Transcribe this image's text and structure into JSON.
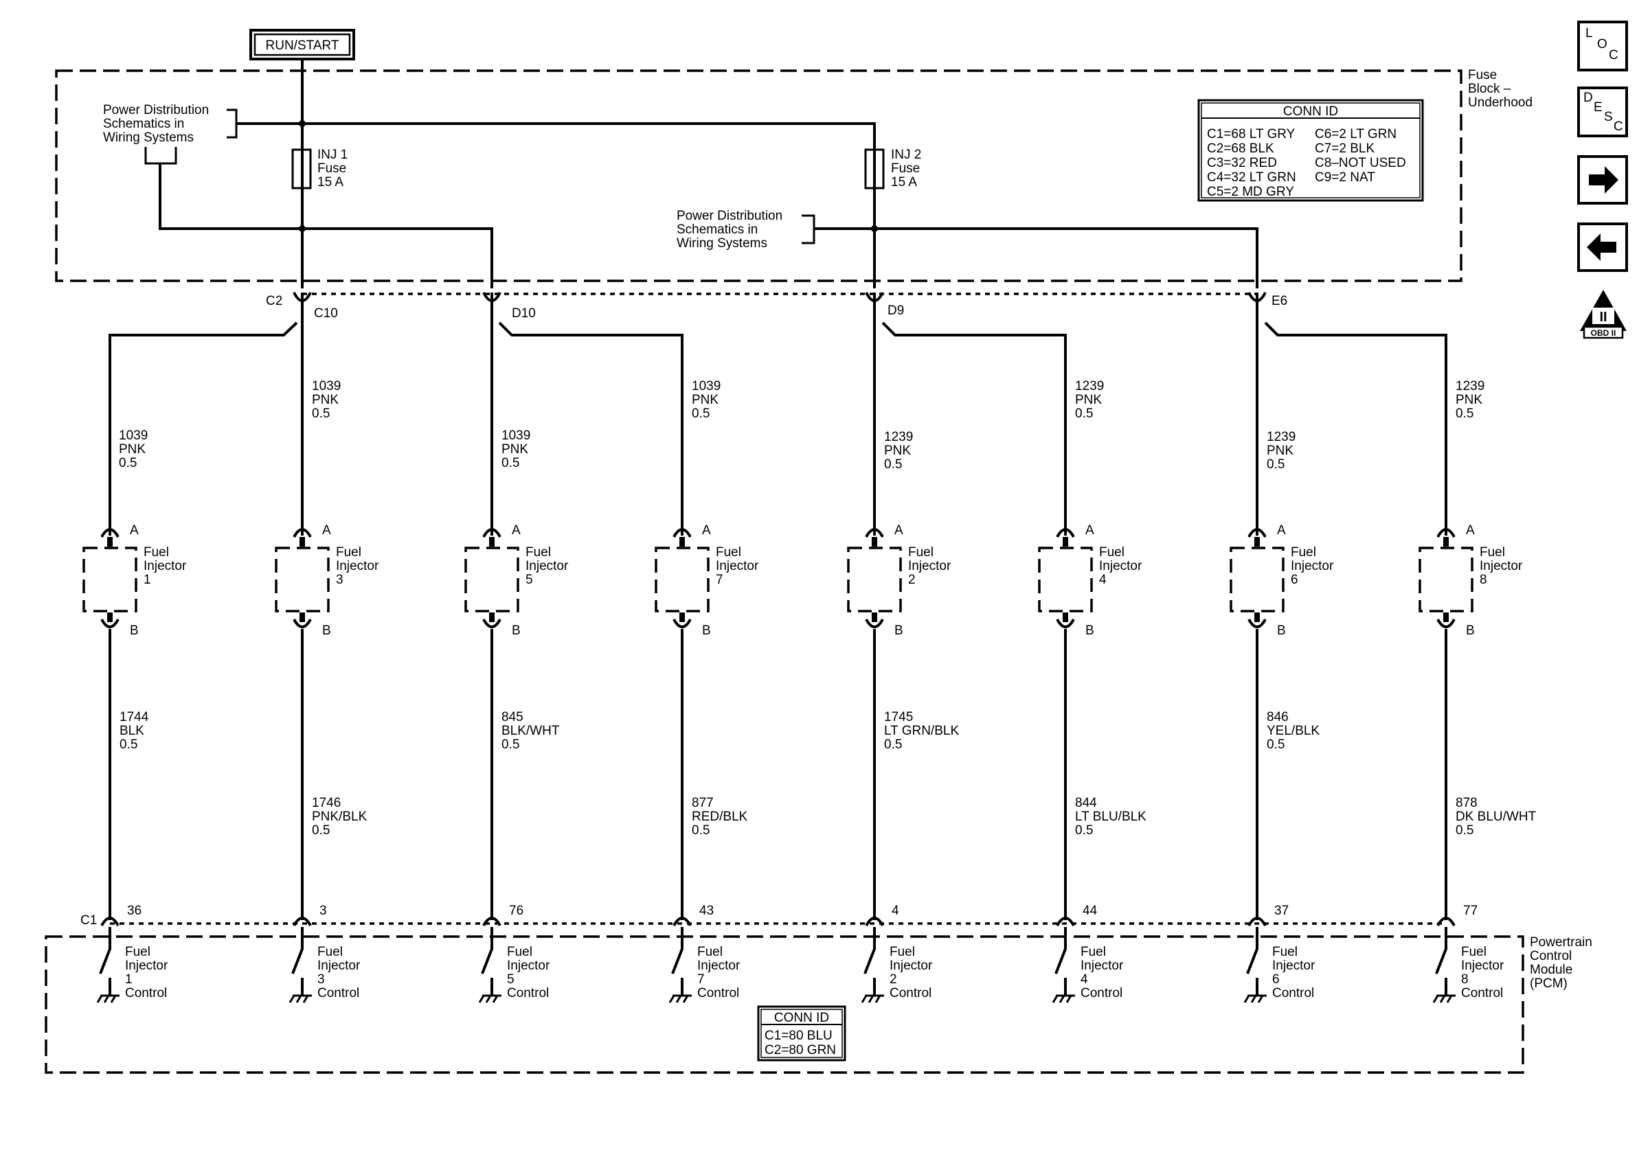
{
  "power_source": "RUN/START",
  "fuse_block": {
    "label": [
      "Fuse",
      "Block –",
      "Underhood"
    ],
    "pd_ref_left": [
      "Power Distribution",
      "Schematics in",
      "Wiring  Systems"
    ],
    "pd_ref_right": [
      "Power Distribution",
      "Schematics in",
      "Wiring  Systems"
    ],
    "fuses": [
      {
        "lines": [
          "INJ 1",
          "Fuse",
          "15 A"
        ]
      },
      {
        "lines": [
          "INJ 2",
          "Fuse",
          "15 A"
        ]
      }
    ],
    "conn_id": {
      "title": "CONN ID",
      "left": [
        "C1=68 LT GRY",
        "C2=68 BLK",
        "C3=32 RED",
        "C4=32 LT GRN",
        "C5=2 MD GRY"
      ],
      "right": [
        "C6=2 LT GRN",
        "C7=2 BLK",
        "C8–NOT USED",
        "C9=2 NAT"
      ]
    },
    "connector_labels": [
      "C2",
      "C10",
      "D10",
      "D9",
      "E6"
    ]
  },
  "nav": {
    "loc": [
      "L",
      "O",
      "C"
    ],
    "desc": [
      "D",
      "E",
      "S",
      "C"
    ],
    "forward_icon": "arrow-right-icon",
    "back_icon": "arrow-left-icon",
    "obd": [
      "II",
      "OBD II"
    ]
  },
  "injectors": [
    {
      "name": [
        "Fuel",
        "Injector",
        "1"
      ],
      "pin_a": "A",
      "pin_b": "B",
      "feed": [
        "1039",
        "PNK",
        "0.5"
      ],
      "ctrl": [
        "1744",
        "BLK",
        "0.5"
      ],
      "pcm_pin": "36",
      "pcm_label": [
        "Fuel",
        "Injector",
        "1",
        "Control"
      ]
    },
    {
      "name": [
        "Fuel",
        "Injector",
        "3"
      ],
      "pin_a": "A",
      "pin_b": "B",
      "feed": [
        "1039",
        "PNK",
        "0.5"
      ],
      "ctrl": [
        "1746",
        "PNK/BLK",
        "0.5"
      ],
      "pcm_pin": "3",
      "pcm_label": [
        "Fuel",
        "Injector",
        "3",
        "Control"
      ]
    },
    {
      "name": [
        "Fuel",
        "Injector",
        "5"
      ],
      "pin_a": "A",
      "pin_b": "B",
      "feed": [
        "1039",
        "PNK",
        "0.5"
      ],
      "ctrl": [
        "845",
        "BLK/WHT",
        "0.5"
      ],
      "pcm_pin": "76",
      "pcm_label": [
        "Fuel",
        "Injector",
        "5",
        "Control"
      ]
    },
    {
      "name": [
        "Fuel",
        "Injector",
        "7"
      ],
      "pin_a": "A",
      "pin_b": "B",
      "feed": [
        "1039",
        "PNK",
        "0.5"
      ],
      "ctrl": [
        "877",
        "RED/BLK",
        "0.5"
      ],
      "pcm_pin": "43",
      "pcm_label": [
        "Fuel",
        "Injector",
        "7",
        "Control"
      ]
    },
    {
      "name": [
        "Fuel",
        "Injector",
        "2"
      ],
      "pin_a": "A",
      "pin_b": "B",
      "feed": [
        "1239",
        "PNK",
        "0.5"
      ],
      "ctrl": [
        "1745",
        "LT GRN/BLK",
        "0.5"
      ],
      "pcm_pin": "4",
      "pcm_label": [
        "Fuel",
        "Injector",
        "2",
        "Control"
      ]
    },
    {
      "name": [
        "Fuel",
        "Injector",
        "4"
      ],
      "pin_a": "A",
      "pin_b": "B",
      "feed": [
        "1239",
        "PNK",
        "0.5"
      ],
      "ctrl": [
        "844",
        "LT BLU/BLK",
        "0.5"
      ],
      "pcm_pin": "44",
      "pcm_label": [
        "Fuel",
        "Injector",
        "4",
        "Control"
      ]
    },
    {
      "name": [
        "Fuel",
        "Injector",
        "6"
      ],
      "pin_a": "A",
      "pin_b": "B",
      "feed": [
        "1239",
        "PNK",
        "0.5"
      ],
      "ctrl": [
        "846",
        "YEL/BLK",
        "0.5"
      ],
      "pcm_pin": "37",
      "pcm_label": [
        "Fuel",
        "Injector",
        "6",
        "Control"
      ]
    },
    {
      "name": [
        "Fuel",
        "Injector",
        "8"
      ],
      "pin_a": "A",
      "pin_b": "B",
      "feed": [
        "1239",
        "PNK",
        "0.5"
      ],
      "ctrl": [
        "878",
        "DK BLU/WHT",
        "0.5"
      ],
      "pcm_pin": "77",
      "pcm_label": [
        "Fuel",
        "Injector",
        "8",
        "Control"
      ]
    }
  ],
  "pcm": {
    "label": [
      "Powertrain",
      "Control",
      "Module",
      "(PCM)"
    ],
    "connector": "C1",
    "conn_id": {
      "title": "CONN ID",
      "lines": [
        "C1=80 BLU",
        "C2=80 GRN"
      ]
    }
  }
}
